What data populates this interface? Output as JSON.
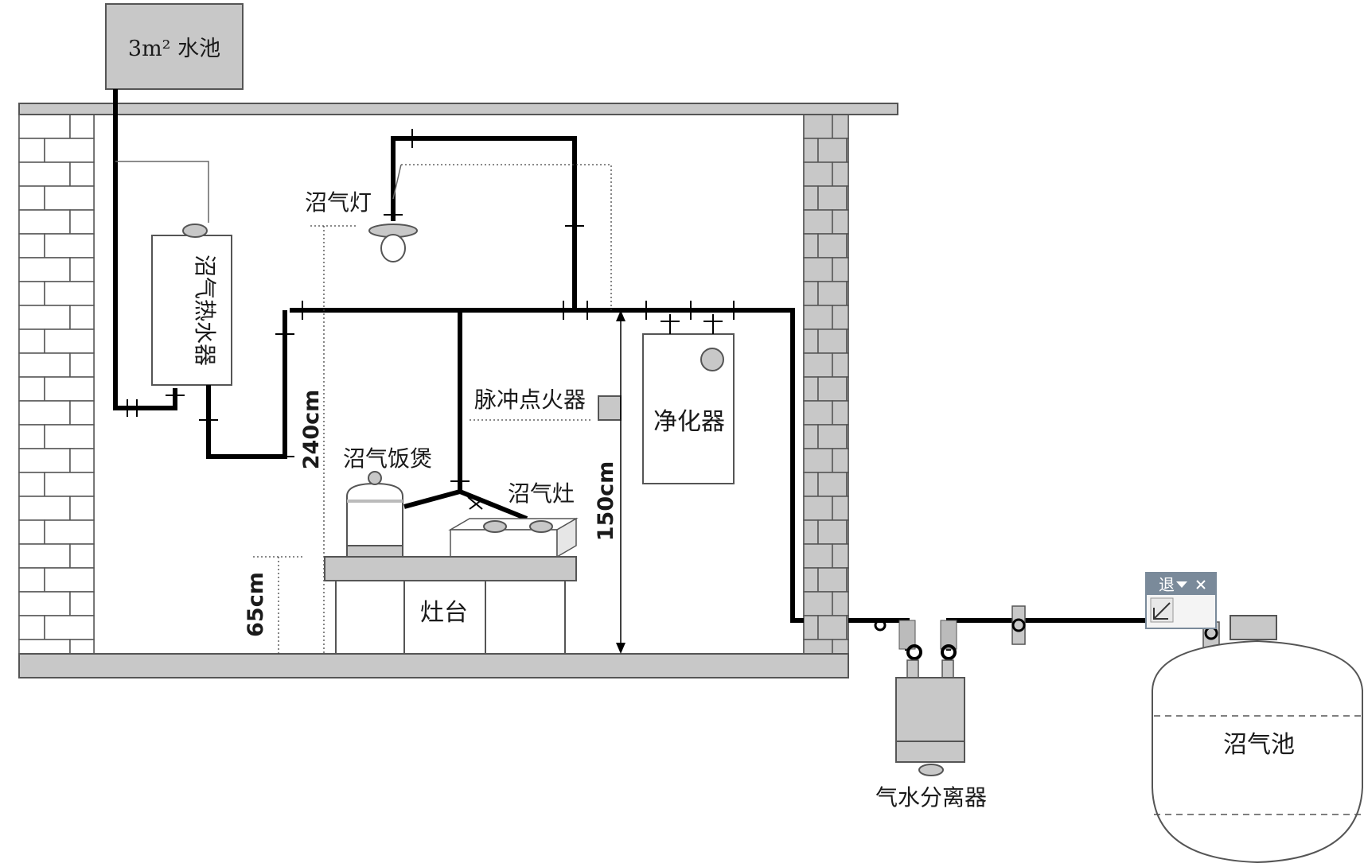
{
  "labels": {
    "water_tank": "3m² 水池",
    "water_heater": "沼气热水器",
    "lamp": "沼气灯",
    "igniter": "脉冲点火器",
    "purifier": "净化器",
    "rice_cooker": "沼气饭煲",
    "stove": "沼气灶",
    "counter": "灶台",
    "separator": "气水分离器",
    "digester": "沼气池"
  },
  "dimensions": {
    "pipe_height": "240cm",
    "igniter_height": "150cm",
    "counter_height": "65cm"
  },
  "toolbar": {
    "title": "退",
    "dropdown_icon": "chevron-down-icon",
    "close_icon": "close-icon",
    "tool_icon": "edit-tool-icon"
  },
  "colors": {
    "pipe": "#000000",
    "wall_gray": "#c8c8c8",
    "outline": "#555555",
    "toolbar_bg": "#7a8a9a"
  }
}
